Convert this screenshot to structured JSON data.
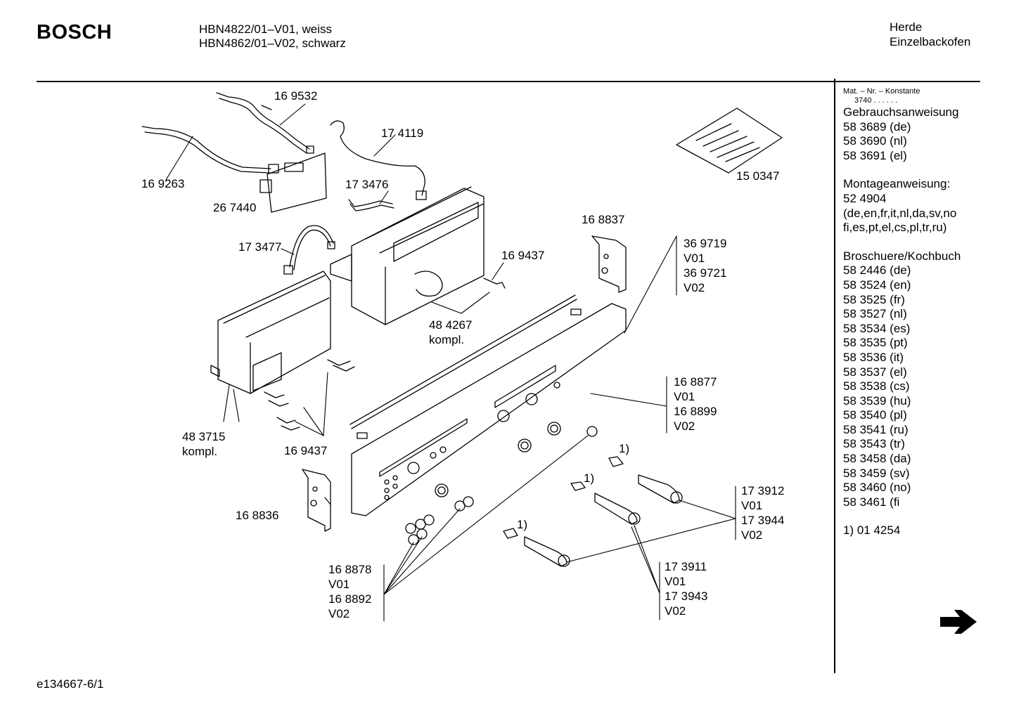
{
  "header": {
    "brand": "BOSCH",
    "model_lines": [
      "HBN4822/01–V01, weiss",
      "HBN4862/01–V02, schwarz"
    ],
    "category_lines": [
      "Herde",
      "Einzelbackofen"
    ]
  },
  "document_id": "e134667-6/1",
  "sidebar": {
    "mat_label": "Mat. – Nr. – Konstante",
    "mat_constant": "3740 . . . . . .",
    "gebrauch": [
      "Gebrauchsanweisung",
      "58 3689 (de)",
      "58 3690 (nl)",
      "58 3691 (el)"
    ],
    "montage": [
      "Montageanweisung:",
      "52 4904",
      "(de,en,fr,it,nl,da,sv,no",
      "fi,es,pt,el,cs,pl,tr,ru)"
    ],
    "broschuere": [
      "Broschuere/Kochbuch",
      "58 2446 (de)",
      "58 3524 (en)",
      "58 3525 (fr)",
      "58 3527 (nl)",
      "58 3534 (es)",
      "58 3535 (pt)",
      "58 3536 (it)",
      "58 3537 (el)",
      "58 3538 (cs)",
      "58 3539 (hu)",
      "58 3540 (pl)",
      "58 3541 (ru)",
      "58 3543 (tr)",
      "58 3458 (da)",
      "58 3459 (sv)",
      "58 3460 (no)",
      "58 3461 (fi"
    ],
    "footnote": "1) 01 4254"
  },
  "callouts": {
    "p169532": "16 9532",
    "p174119": "17 4119",
    "p169263": "16 9263",
    "p267440": "26 7440",
    "p173476": "17 3476",
    "p173477": "17 3477",
    "p150347": "15 0347",
    "p168837": "16 8837",
    "p369719": [
      "36 9719",
      "V01",
      "36 9721",
      "V02"
    ],
    "p169437a": "16 9437",
    "p484267": [
      "48 4267",
      "kompl."
    ],
    "p168877": [
      "16 8877",
      "V01",
      "16 8899",
      "V02"
    ],
    "p483715": [
      "48 3715",
      "kompl."
    ],
    "p169437b": "16 9437",
    "p168836": "16 8836",
    "p173912": [
      "17 3912",
      "V01",
      "17 3944",
      "V02"
    ],
    "p168878": [
      "16 8878",
      "V01",
      "16 8892",
      "V02"
    ],
    "p173911": [
      "17 3911",
      "V01",
      "17 3943",
      "V02"
    ],
    "fn1a": "1)",
    "fn1b": "1)",
    "fn1c": "1)"
  },
  "icons": {
    "next_page": "right-arrow-icon"
  }
}
